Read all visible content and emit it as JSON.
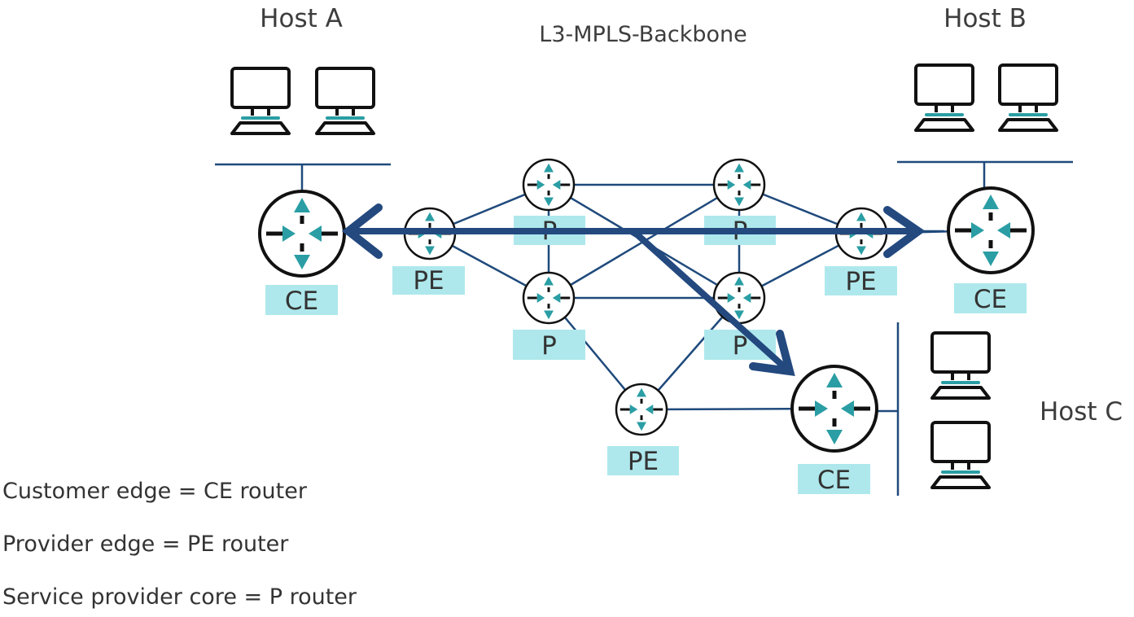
{
  "titles": {
    "host_a": "Host A",
    "host_b": "Host B",
    "host_c": "Host C",
    "backbone": "L3-MPLS-Backbone"
  },
  "colors": {
    "link": "#1f4a7c",
    "flow_arrow": "#23497f",
    "label_bg": "#aee8ec",
    "router_arrow": "#2a9ea4",
    "monitor_base": "#2a9ea4",
    "outline": "#111111",
    "text": "#333333"
  },
  "routers": [
    {
      "id": "ce-a",
      "type": "CE",
      "label": "CE",
      "size": "large"
    },
    {
      "id": "pe-left",
      "type": "PE",
      "label": "PE",
      "size": "small"
    },
    {
      "id": "p-top-left",
      "type": "P",
      "label": "P",
      "size": "small"
    },
    {
      "id": "p-top-right",
      "type": "P",
      "label": "P",
      "size": "small"
    },
    {
      "id": "p-bottom-left",
      "type": "P",
      "label": "P",
      "size": "small"
    },
    {
      "id": "p-bottom-right",
      "type": "P",
      "label": "P",
      "size": "small"
    },
    {
      "id": "pe-right",
      "type": "PE",
      "label": "PE",
      "size": "small"
    },
    {
      "id": "pe-bottom",
      "type": "PE",
      "label": "PE",
      "size": "small"
    },
    {
      "id": "ce-b",
      "type": "CE",
      "label": "CE",
      "size": "large"
    },
    {
      "id": "ce-c",
      "type": "CE",
      "label": "CE",
      "size": "large"
    }
  ],
  "links": [
    [
      "pe-left",
      "p-top-left"
    ],
    [
      "pe-left",
      "p-bottom-left"
    ],
    [
      "p-top-left",
      "p-top-right"
    ],
    [
      "p-top-left",
      "p-bottom-left"
    ],
    [
      "p-top-left",
      "p-bottom-right"
    ],
    [
      "p-top-right",
      "p-bottom-left"
    ],
    [
      "p-top-right",
      "p-bottom-right"
    ],
    [
      "p-top-right",
      "pe-right"
    ],
    [
      "p-bottom-left",
      "p-bottom-right"
    ],
    [
      "p-bottom-right",
      "pe-right"
    ],
    [
      "p-bottom-left",
      "pe-bottom"
    ],
    [
      "p-bottom-right",
      "pe-bottom"
    ],
    [
      "pe-bottom",
      "ce-c"
    ],
    [
      "pe-right",
      "ce-b"
    ]
  ],
  "hosts": {
    "host_a": {
      "computers": 2
    },
    "host_b": {
      "computers": 2
    },
    "host_c": {
      "computers": 2
    }
  },
  "flows": [
    {
      "from": "pe-right",
      "to": "ce-a",
      "description": "traffic arrow toward Host A CE"
    },
    {
      "from": "pe-left",
      "to": "ce-b",
      "description": "traffic arrow toward Host B CE"
    },
    {
      "from": "backbone-center",
      "to": "ce-c",
      "description": "traffic arrow toward Host C CE"
    }
  ],
  "legend": [
    "Customer edge = CE router",
    "Provider edge = PE router",
    "Service provider core = P router"
  ]
}
